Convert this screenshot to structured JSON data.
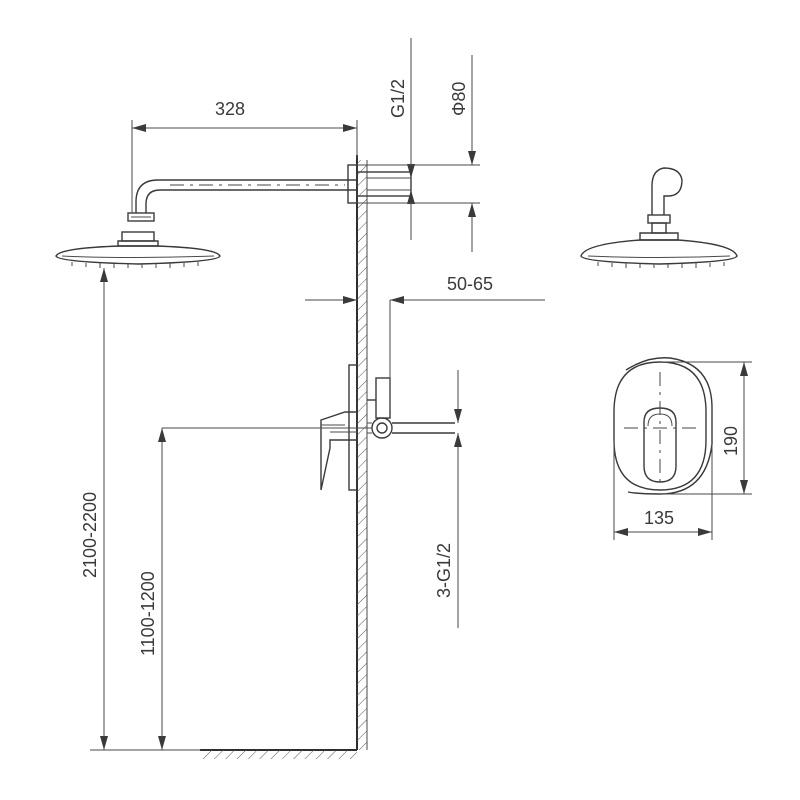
{
  "dimensions": {
    "arm_length": "328",
    "inlet_thread": "G1/2",
    "flange_diameter": "Φ80",
    "wall_depth": "50-65",
    "head_height": "2100-2200",
    "valve_height": "1100-1200",
    "valve_ports": "3-G1/2",
    "plate_width": "135",
    "plate_height": "190"
  }
}
